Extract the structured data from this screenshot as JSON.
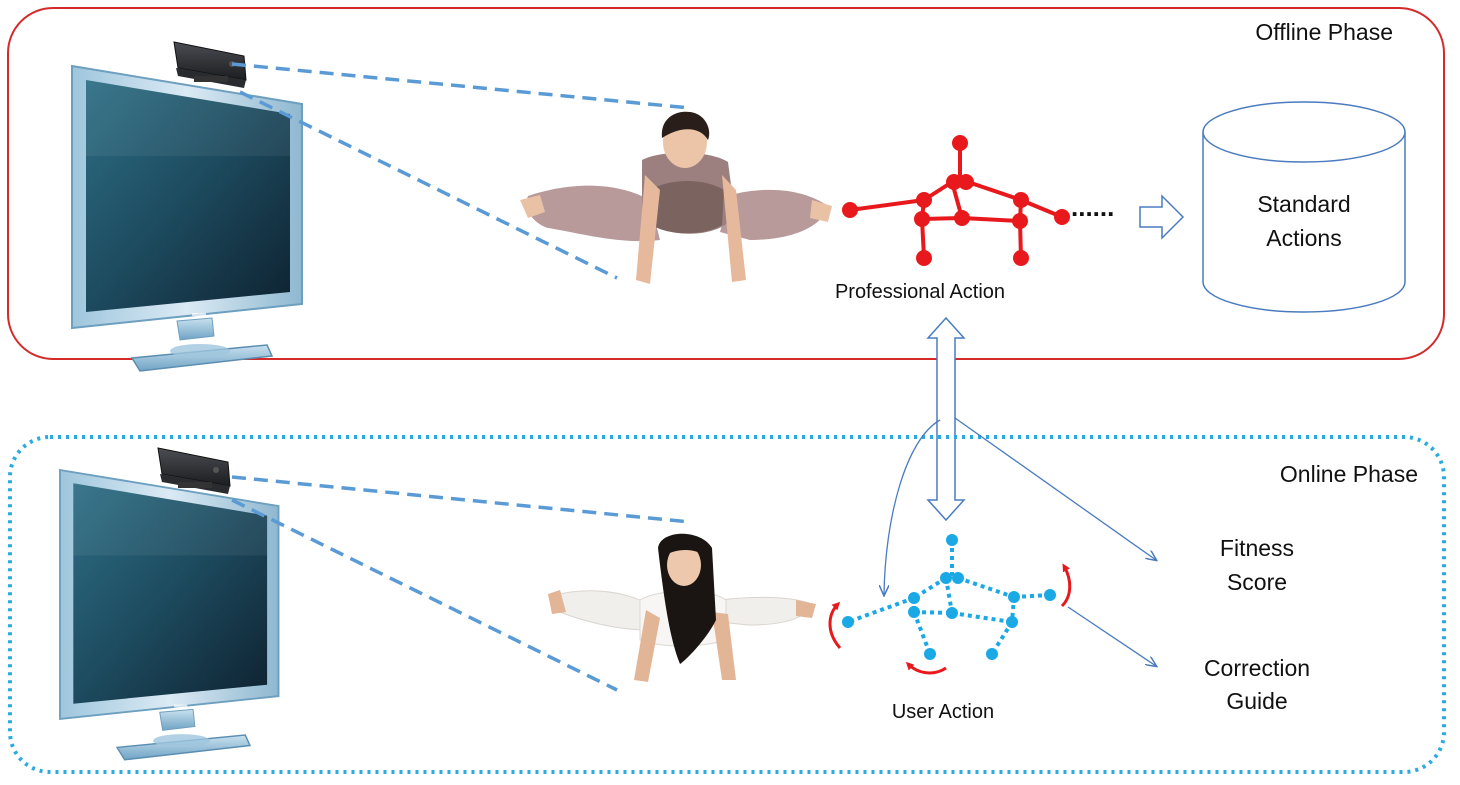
{
  "offline": {
    "title": "Offline Phase",
    "skeleton_label": "Professional Action",
    "ellipsis": "......",
    "db_line1": "Standard",
    "db_line2": "Actions"
  },
  "online": {
    "title": "Online Phase",
    "skeleton_label": "User Action",
    "output1_line1": "Fitness",
    "output1_line2": "Score",
    "output2_line1": "Correction",
    "output2_line2": "Guide"
  },
  "icons": {
    "camera": "kinect-sensor-icon",
    "monitor": "tv-monitor-icon",
    "database": "database-cylinder-icon"
  },
  "colors": {
    "offline_border": "#d42a2a",
    "online_border": "#29abe2",
    "camera_beam": "#5b9bd5",
    "professional_skeleton": "#e8191d",
    "user_skeleton": "#1ba9e6",
    "flow_arrow": "#4a7bbf",
    "correction_marks": "#e8191d"
  }
}
